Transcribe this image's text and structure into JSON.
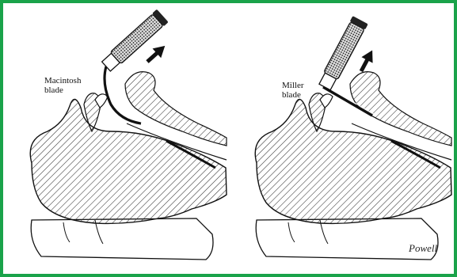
{
  "colors": {
    "border": "#1aa34a",
    "ink": "#111111"
  },
  "panels": [
    {
      "blade_label": "Macintosh\nblade"
    },
    {
      "blade_label": "Miller\nblade",
      "signature": "Powell"
    }
  ]
}
